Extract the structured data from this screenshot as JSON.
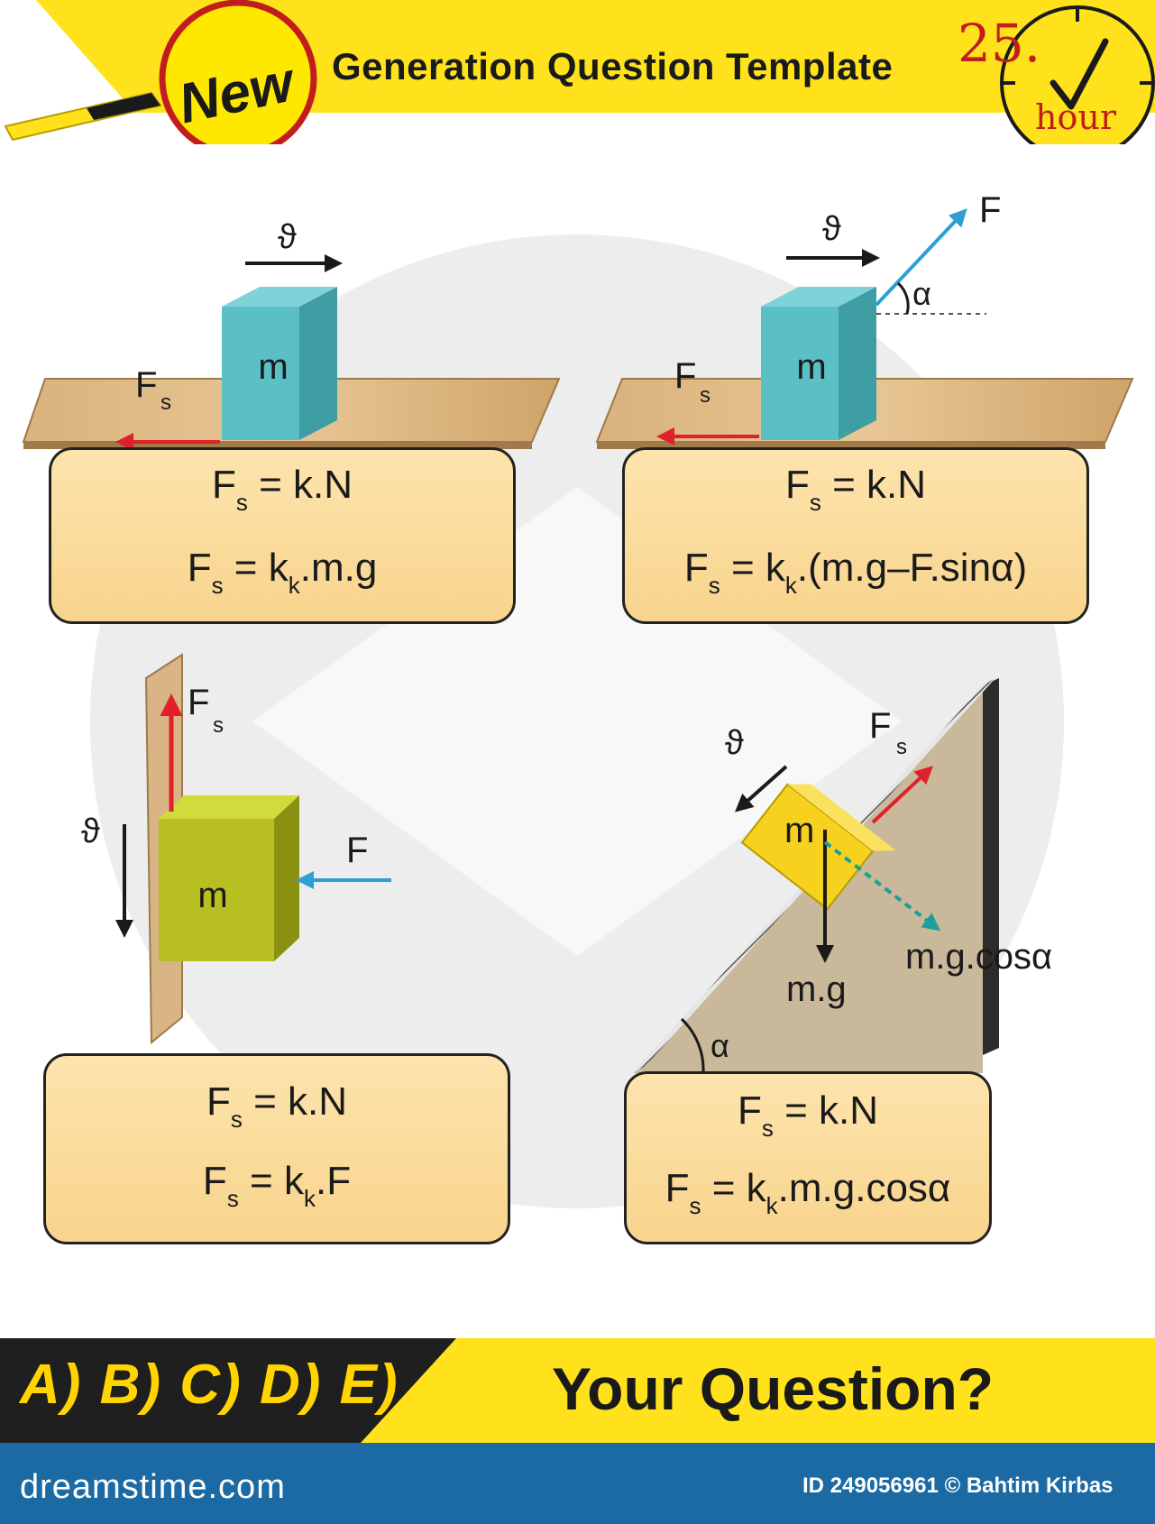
{
  "header": {
    "logo": "New",
    "title": "Generation Question Template",
    "clock_number": "25.",
    "clock_unit": "hour"
  },
  "panels": [
    {
      "diagram": {
        "mass": "m",
        "velocity": "ϑ",
        "friction": "F",
        "friction_sub": "s"
      },
      "formula1": {
        "lhs": "F",
        "lhs_sub": "s",
        "rhs": " = k.N"
      },
      "formula2": {
        "lhs": "F",
        "lhs_sub": "s",
        "mid": " = k",
        "mid_sub": "k",
        "rhs": ".m.g"
      }
    },
    {
      "diagram": {
        "mass": "m",
        "velocity": "ϑ",
        "force": "F",
        "angle": "α",
        "friction": "F",
        "friction_sub": "s"
      },
      "formula1": {
        "lhs": "F",
        "lhs_sub": "s",
        "rhs": " = k.N"
      },
      "formula2": {
        "lhs": "F",
        "lhs_sub": "s",
        "mid": " = k",
        "mid_sub": "k",
        "rhs": ".(m.g–F.sinα)"
      }
    },
    {
      "diagram": {
        "mass": "m",
        "velocity": "ϑ",
        "force": "F",
        "friction": "F",
        "friction_sub": "s"
      },
      "formula1": {
        "lhs": "F",
        "lhs_sub": "s",
        "rhs": " = k.N"
      },
      "formula2": {
        "lhs": "F",
        "lhs_sub": "s",
        "mid": " = k",
        "mid_sub": "k",
        "rhs": ".F"
      }
    },
    {
      "diagram": {
        "mass": "m",
        "velocity": "ϑ",
        "friction": "F",
        "friction_sub": "s",
        "weight": "m.g",
        "normal_component": "m.g.cosα",
        "angle": "α"
      },
      "formula1": {
        "lhs": "F",
        "lhs_sub": "s",
        "rhs": " = k.N"
      },
      "formula2": {
        "lhs": "F",
        "lhs_sub": "s",
        "mid": " = k",
        "mid_sub": "k",
        "rhs": ".m.g.cosα"
      }
    }
  ],
  "footer": {
    "answers": "A) B) C) D) E)",
    "question": "Your Question?",
    "site": "dreamstime.com",
    "image_id": "ID 249056961 © Bahtim Kirbas"
  },
  "colors": {
    "header_yellow": "#ffe21b",
    "clock_red": "#c11d1d",
    "cube_teal": "#5bbfc6",
    "cube_olive": "#b7bf22",
    "cube_yellow": "#f6d21f",
    "wood": "#d9b27c",
    "incline": "#c9b89a",
    "formula_fill": "#fbd994",
    "friction_red": "#e0202c",
    "force_blue": "#2e9fd4",
    "footer_dark": "#1f1f1f",
    "credit_blue": "#1b6aa3"
  },
  "icons": [
    "magnifier-icon",
    "clock-icon",
    "checkmark-icon"
  ]
}
